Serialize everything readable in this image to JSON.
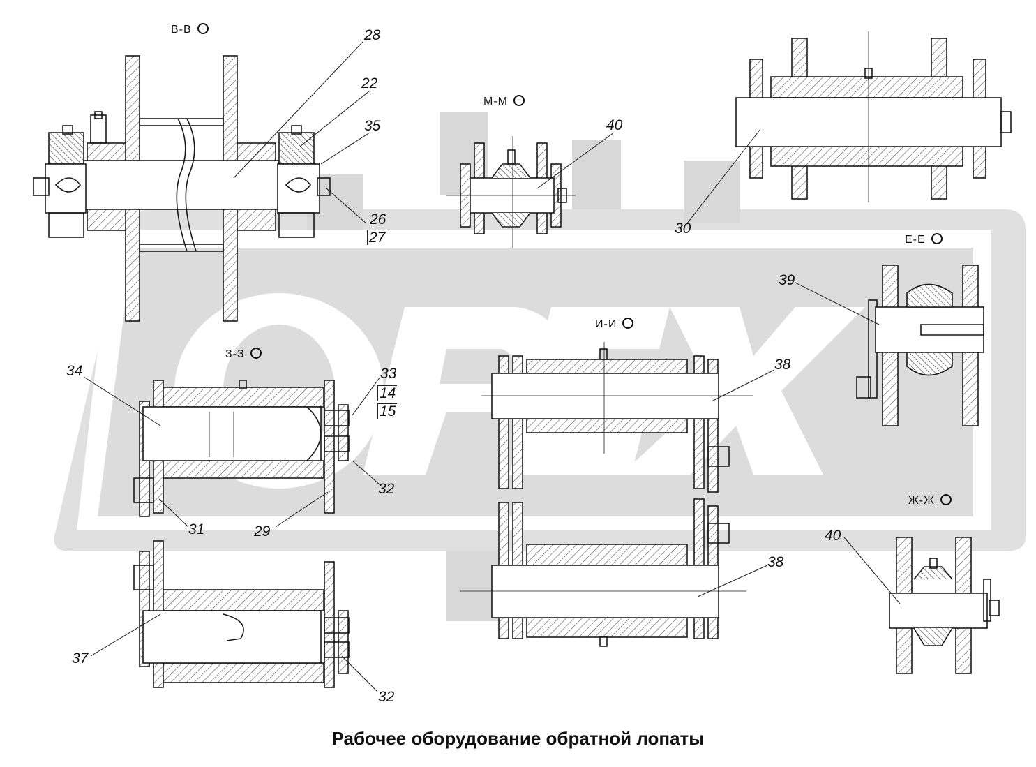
{
  "caption": "Рабочее оборудование обратной лопаты",
  "watermark": {
    "text": "ОРЕХ",
    "color": "#d6d6d6"
  },
  "colors": {
    "line": "#1a1a1a",
    "hatch": "#555555",
    "background": "#ffffff"
  },
  "sections": {
    "bb": "В-В",
    "mm": "М-М",
    "ee": "Е-Е",
    "ii": "И-И",
    "zz": "З-З",
    "zhzh": "Ж-Ж"
  },
  "labels": {
    "l28": "28",
    "l22": "22",
    "l35": "35",
    "l26": "26",
    "l27": "27",
    "l40a": "40",
    "l30": "30",
    "l39": "39",
    "l34": "34",
    "l33": "33",
    "l14": "14",
    "l15": "15",
    "l32a": "32",
    "l31": "31",
    "l29": "29",
    "l38a": "38",
    "l38b": "38",
    "l40b": "40",
    "l37": "37",
    "l32b": "32"
  }
}
